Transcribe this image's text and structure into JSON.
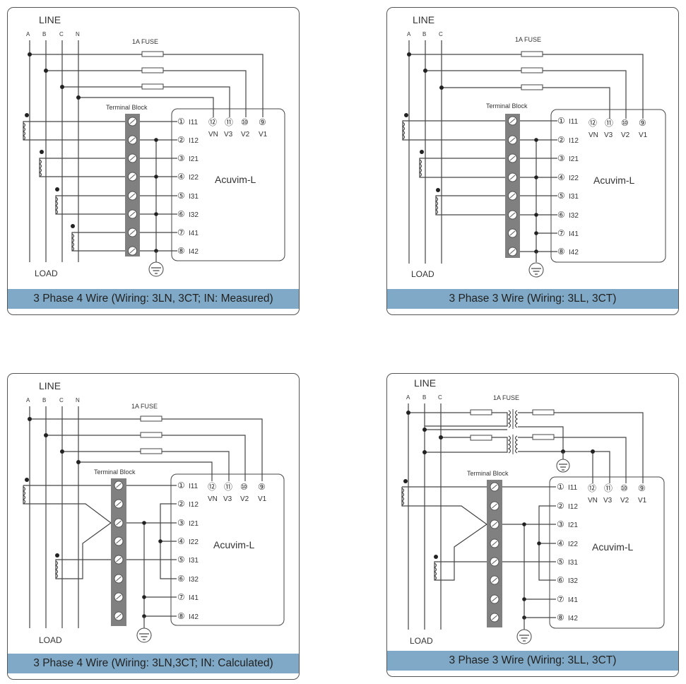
{
  "colors": {
    "caption_bg": "#7fa9c6",
    "terminal_block": "#808080",
    "wire": "#444444"
  },
  "diagram": {
    "panels": [
      {
        "caption": "3 Phase 4 Wire (Wiring: 3LN, 3CT; IN: Measured)",
        "line_label": "LINE",
        "load_label": "LOAD",
        "phase_labels": [
          "A",
          "B",
          "C",
          "N"
        ],
        "fuse_label": "1A FUSE",
        "block_label": "Terminal Block",
        "meter_label": "Acuvim-L",
        "voltage_terms": [
          {
            "num": "⑫",
            "name": "VN"
          },
          {
            "num": "⑪",
            "name": "V3"
          },
          {
            "num": "⑩",
            "name": "V2"
          },
          {
            "num": "⑨",
            "name": "V1"
          }
        ],
        "current_terms": [
          {
            "num": "①",
            "name": "I11"
          },
          {
            "num": "②",
            "name": "I12"
          },
          {
            "num": "③",
            "name": "I21"
          },
          {
            "num": "④",
            "name": "I22"
          },
          {
            "num": "⑤",
            "name": "I31"
          },
          {
            "num": "⑥",
            "name": "I32"
          },
          {
            "num": "⑦",
            "name": "I41"
          },
          {
            "num": "⑧",
            "name": "I42"
          }
        ]
      },
      {
        "caption": "3 Phase 3 Wire (Wiring: 3LL, 3CT)",
        "line_label": "LINE",
        "load_label": "LOAD",
        "phase_labels": [
          "A",
          "B",
          "C"
        ],
        "fuse_label": "1A FUSE",
        "block_label": "Terminal Block",
        "meter_label": "Acuvim-L",
        "voltage_terms": [
          {
            "num": "⑫",
            "name": "VN"
          },
          {
            "num": "⑪",
            "name": "V3"
          },
          {
            "num": "⑩",
            "name": "V2"
          },
          {
            "num": "⑨",
            "name": "V1"
          }
        ],
        "current_terms": [
          {
            "num": "①",
            "name": "I11"
          },
          {
            "num": "②",
            "name": "I12"
          },
          {
            "num": "③",
            "name": "I21"
          },
          {
            "num": "④",
            "name": "I22"
          },
          {
            "num": "⑤",
            "name": "I31"
          },
          {
            "num": "⑥",
            "name": "I32"
          },
          {
            "num": "⑦",
            "name": "I41"
          },
          {
            "num": "⑧",
            "name": "I42"
          }
        ]
      },
      {
        "caption": "3 Phase 4 Wire (Wiring: 3LN,3CT; IN: Calculated)",
        "line_label": "LINE",
        "load_label": "LOAD",
        "phase_labels": [
          "A",
          "B",
          "C",
          "N"
        ],
        "fuse_label": "1A FUSE",
        "block_label": "Terminal Block",
        "meter_label": "Acuvim-L",
        "voltage_terms": [
          {
            "num": "⑫",
            "name": "VN"
          },
          {
            "num": "⑪",
            "name": "V3"
          },
          {
            "num": "⑩",
            "name": "V2"
          },
          {
            "num": "⑨",
            "name": "V1"
          }
        ],
        "current_terms": [
          {
            "num": "①",
            "name": "I11"
          },
          {
            "num": "②",
            "name": "I12"
          },
          {
            "num": "③",
            "name": "I21"
          },
          {
            "num": "④",
            "name": "I22"
          },
          {
            "num": "⑤",
            "name": "I31"
          },
          {
            "num": "⑥",
            "name": "I32"
          },
          {
            "num": "⑦",
            "name": "I41"
          },
          {
            "num": "⑧",
            "name": "I42"
          }
        ]
      },
      {
        "caption": "3 Phase 3 Wire (Wiring: 3LL, 3CT)",
        "line_label": "LINE",
        "load_label": "LOAD",
        "phase_labels": [
          "A",
          "B",
          "C"
        ],
        "fuse_label": "1A FUSE",
        "block_label": "Terminal Block",
        "meter_label": "Acuvim-L",
        "voltage_terms": [
          {
            "num": "⑫",
            "name": "VN"
          },
          {
            "num": "⑪",
            "name": "V3"
          },
          {
            "num": "⑩",
            "name": "V2"
          },
          {
            "num": "⑨",
            "name": "V1"
          }
        ],
        "current_terms": [
          {
            "num": "①",
            "name": "I11"
          },
          {
            "num": "②",
            "name": "I12"
          },
          {
            "num": "③",
            "name": "I21"
          },
          {
            "num": "④",
            "name": "I22"
          },
          {
            "num": "⑤",
            "name": "I31"
          },
          {
            "num": "⑥",
            "name": "I32"
          },
          {
            "num": "⑦",
            "name": "I41"
          },
          {
            "num": "⑧",
            "name": "I42"
          }
        ]
      }
    ]
  }
}
